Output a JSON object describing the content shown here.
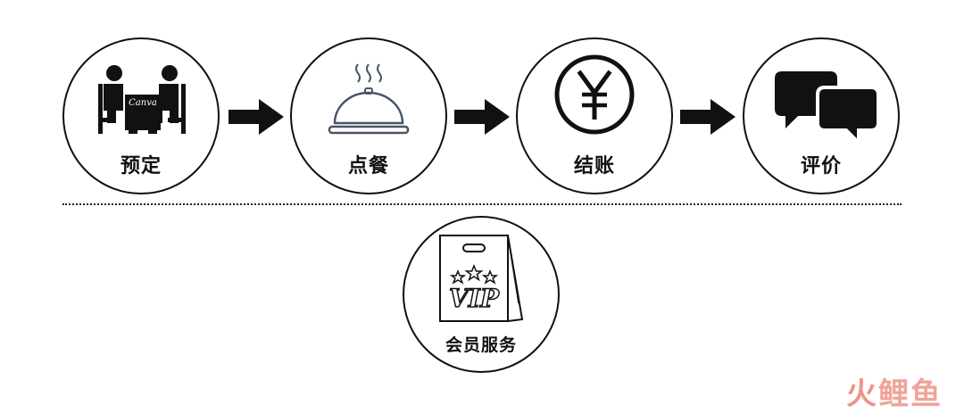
{
  "steps": [
    {
      "label": "预定"
    },
    {
      "label": "点餐"
    },
    {
      "label": "结账"
    },
    {
      "label": "评价"
    }
  ],
  "service": {
    "label": "会员服务",
    "vip_text": "VIP"
  },
  "table_text": "Canva",
  "yuan_symbol": "¥",
  "watermark": {
    "first": "火",
    "rest": "鲤鱼"
  },
  "colors": {
    "stroke": "#111111",
    "watermark": "#e9897e",
    "bell": "#4a5568"
  },
  "icons": [
    "dining-table-icon",
    "cloche-icon",
    "yuan-coin-icon",
    "speech-bubbles-icon",
    "vip-bag-icon"
  ]
}
